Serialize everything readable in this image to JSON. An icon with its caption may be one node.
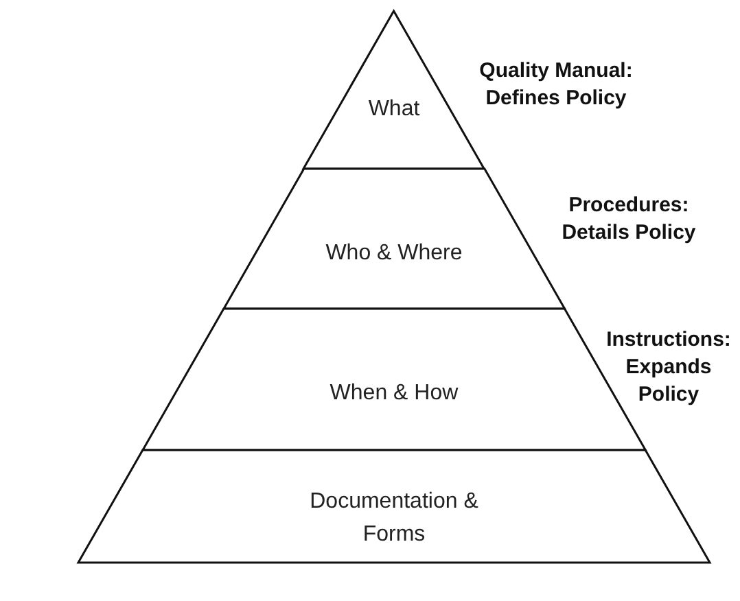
{
  "diagram": {
    "nodes": [
      {
        "text": [
          "What"
        ],
        "beside": [
          "Quality Manual: Defines Policy"
        ]
      },
      {
        "text": [
          "Who & Where"
        ],
        "beside": [
          "Procedures: Details Policy"
        ]
      },
      {
        "text": [
          "When & How"
        ],
        "beside": [
          "Instructions: Expands Policy"
        ]
      },
      {
        "text": [
          "Documentation & Forms"
        ]
      }
    ]
  }
}
